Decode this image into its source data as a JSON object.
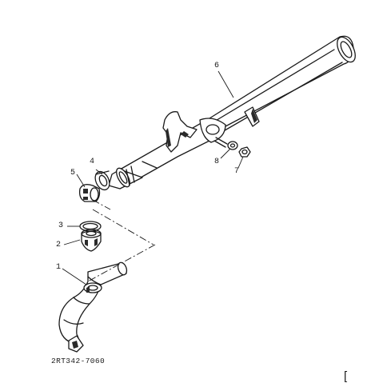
{
  "callouts": {
    "p1": "1",
    "p2": "2",
    "p3": "3",
    "p4": "4",
    "p5": "5",
    "p6": "6",
    "p7": "7",
    "p8": "8"
  },
  "reference_code": "2RT342-7060",
  "corner_mark": "["
}
